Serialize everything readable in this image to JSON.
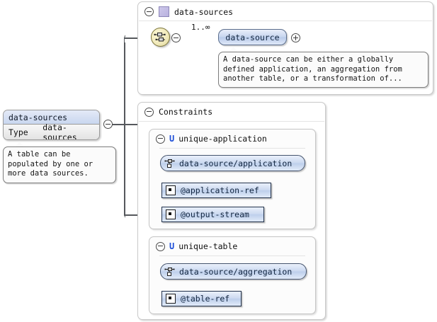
{
  "diagram": {
    "type": "xml-schema-diagram",
    "root_type_box": {
      "title": "data-sources",
      "row_label": "Type",
      "row_value": "data-sources",
      "documentation": "A table can be populated by one or more data sources.",
      "collapse_icon": "minus-circle-icon"
    },
    "panels": [
      {
        "id": "data-sources-panel",
        "title": "data-sources",
        "icon": "schema-square-icon",
        "collapse_icon": "minus-circle-icon",
        "compositor": {
          "kind": "sequence",
          "icon": "sequence-icon",
          "collapse_icon": "minus-circle-icon"
        },
        "child": {
          "name": "data-source",
          "cardinality": "1..∞",
          "expand_icon": "plus-circle-icon",
          "documentation": "A data-source can be either a globally defined application, an aggregation from another table, or a transformation of..."
        }
      },
      {
        "id": "constraints-panel",
        "title": "Constraints",
        "collapse_icon": "minus-circle-icon",
        "groups": [
          {
            "name": "unique-application",
            "marker": "U",
            "marker_color": "#1d4ed8",
            "collapse_icon": "minus-circle-icon",
            "selector": {
              "label": "data-source/application",
              "icon": "selector-node-icon"
            },
            "fields": [
              {
                "label": "@application-ref",
                "icon": "attribute-icon"
              },
              {
                "label": "@output-stream",
                "icon": "attribute-icon"
              }
            ]
          },
          {
            "name": "unique-table",
            "marker": "U",
            "marker_color": "#1d4ed8",
            "collapse_icon": "minus-circle-icon",
            "selector": {
              "label": "data-source/aggregation",
              "icon": "selector-node-icon"
            },
            "fields": [
              {
                "label": "@table-ref",
                "icon": "attribute-icon"
              }
            ]
          }
        ]
      }
    ],
    "colors": {
      "element_fill": "#c8d6ef",
      "element_border": "#5a6d8c",
      "sequence_fill": "#f2ebbd",
      "schema_icon_fill": "#c0b9e2",
      "unique_marker": "#1d4ed8",
      "connector": "#55585c",
      "panel_background": "#ffffff"
    }
  }
}
